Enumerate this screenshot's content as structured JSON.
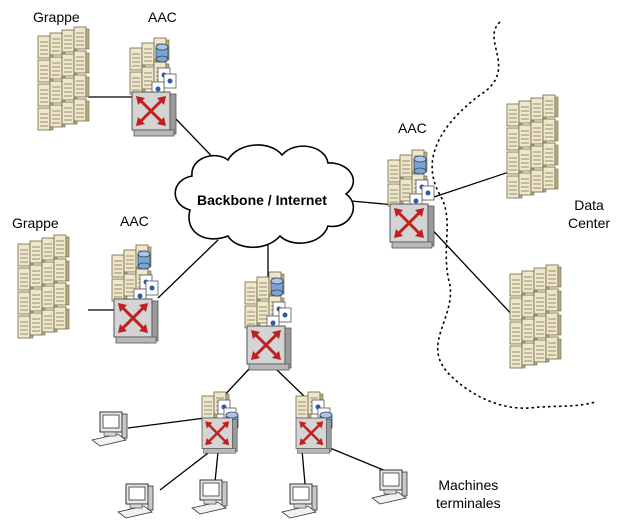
{
  "labels": {
    "grappe_top": "Grappe",
    "aac_top": "AAC",
    "grappe_mid": "Grappe",
    "aac_mid": "AAC",
    "aac_right": "AAC",
    "backbone": "Backbone / Internet",
    "datacenter_line1": "Data",
    "datacenter_line2": "Center",
    "machines_line1": "Machines",
    "machines_line2": "terminales"
  },
  "icons": {
    "server_rack": "server-rack-icon",
    "aac_node": "aac-router-node-icon",
    "router_switch": "router-switch-icon",
    "database": "database-icon",
    "workstation": "workstation-icon",
    "cloud": "cloud-icon"
  },
  "colors": {
    "rack_light": "#efe7cc",
    "rack_mid": "#d9cca0",
    "rack_dark": "#8a7f5a",
    "router_face": "#d0d0d0",
    "router_arrows": "#c0201f",
    "db": "#7aa3d6",
    "line": "#000000"
  }
}
